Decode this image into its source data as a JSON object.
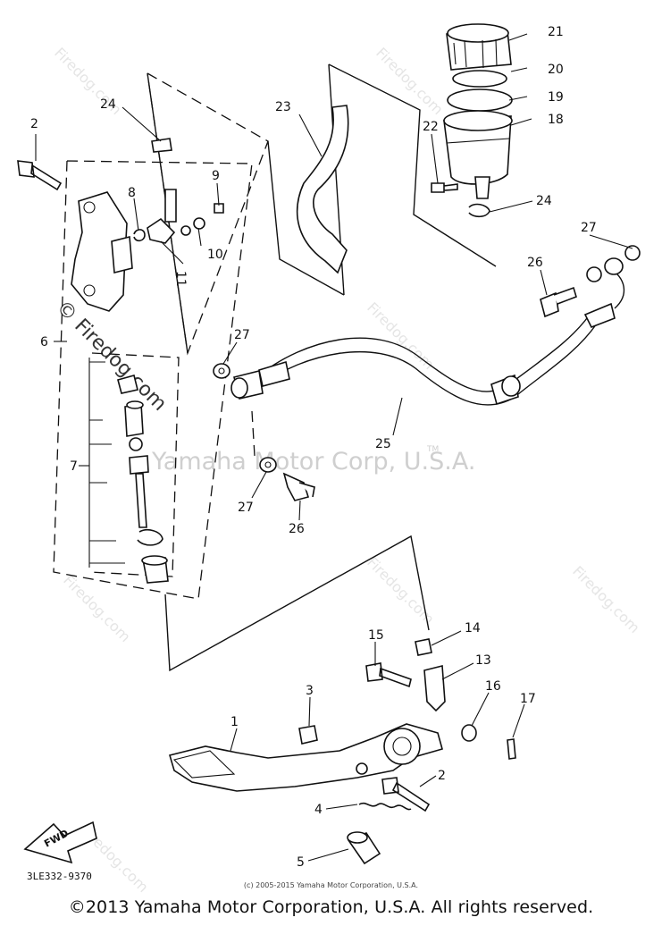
{
  "watermark": {
    "center_text": "Yamaha Motor Corp, U.S.A.",
    "side_text": "© Firedog.com",
    "faint_text": "Firedog.com"
  },
  "diagram_code": "3LE332-9370",
  "fwd_label": "FWD",
  "small_copyright": "(c) 2005-2015 Yamaha Motor Corporation, U.S.A.",
  "copyright": "©2013 Yamaha Motor Corporation, U.S.A. All rights reserved.",
  "callouts": [
    "1",
    "2",
    "3",
    "4",
    "5",
    "6",
    "7",
    "8",
    "9",
    "10",
    "11",
    "13",
    "14",
    "15",
    "16",
    "17",
    "18",
    "19",
    "20",
    "21",
    "22",
    "23",
    "24",
    "25",
    "26",
    "27"
  ],
  "tm": "TM"
}
